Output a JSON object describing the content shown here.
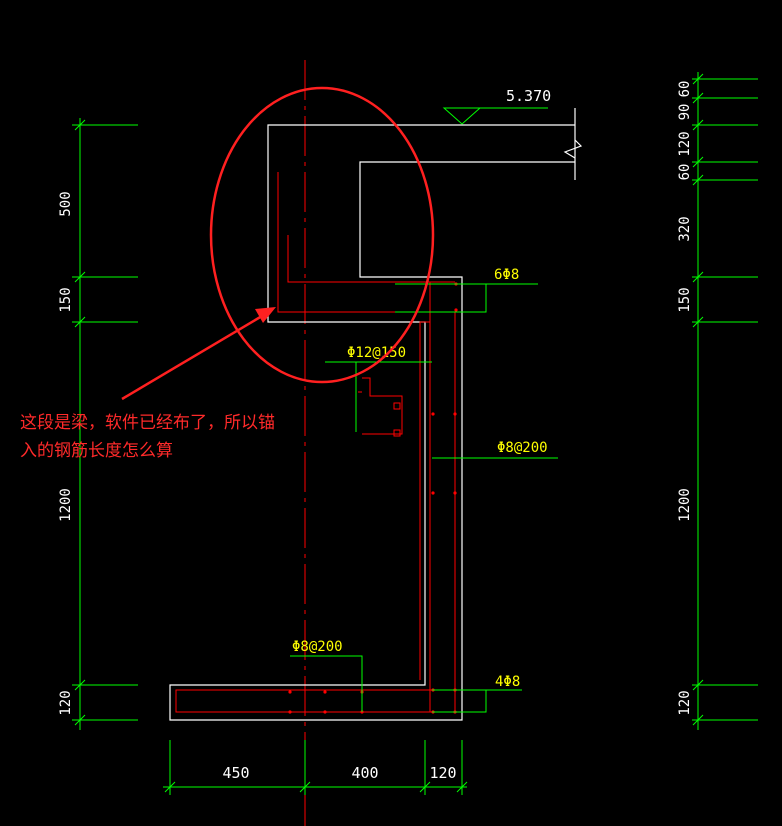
{
  "elevation": {
    "value": "5.370"
  },
  "left_dims": [
    "500",
    "150",
    "1200",
    "120"
  ],
  "right_dims": [
    "60",
    "90",
    "120",
    "60",
    "320",
    "150",
    "1200",
    "120"
  ],
  "bottom_dims": [
    "450",
    "400",
    "120"
  ],
  "rebar_labels": {
    "top_bars": "6Φ8",
    "stirrup_upper": "Φ12@150",
    "side_distribution": "Φ8@200",
    "bottom_distribution": "Φ8@200",
    "bottom_bars": "4Φ8"
  },
  "annotation": {
    "line1": "这段是梁，软件已经布了，所以锚",
    "line2": "入的钢筋长度怎么算"
  },
  "colors": {
    "background": "#000000",
    "outline": "#ffffff",
    "rebar": "#ff0000",
    "dimension": "#00ff00",
    "label": "#ffff00",
    "annotation": "#ff2a2a"
  }
}
